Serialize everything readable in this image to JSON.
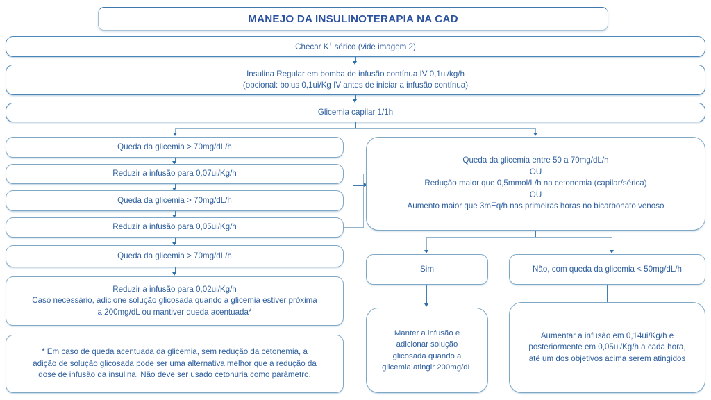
{
  "title": {
    "text": "MANEJO DA INSULINOTERAPIA NA CAD"
  },
  "colors": {
    "border": "#4a86b8",
    "border_soft": "#7fa8c6",
    "text": "#2e5f9e",
    "title_text": "#2a52a0",
    "connector": "#3d7fb5",
    "background": "#ffffff"
  },
  "nodes": {
    "check_k": "Checar K⁺ sérico (vide imagem 2)",
    "insulin_start": "Insulina Regular em bomba de infusão contínua IV 0,1ui/kg/h\n(opcional: bolus 0,1ui/Kg IV antes de iniciar a infusão contínua)",
    "glycemia_hourly": "Glicemia capilar 1/1h",
    "drop_gt70_a": "Queda da glicemia > 70mg/dL/h",
    "reduce_007": "Reduzir a infusão para 0,07ui/Kg/h",
    "drop_gt70_b": "Queda da glicemia > 70mg/dL/h",
    "reduce_005": "Reduzir a infusão para 0,05ui/Kg/h",
    "drop_gt70_c": "Queda da glicemia > 70mg/dL/h",
    "reduce_002": "Reduzir a infusão para 0,02ui/Kg/h\nCaso necessário, adicione solução glicosada quando a glicemia estiver próxima\na 200mg/dL ou mantiver queda acentuada*",
    "footnote": "* Em caso de queda acentuada da glicemia, sem redução da cetonemia, a\nadição de solução glicosada pode ser uma alternativa melhor que a redução da\ndose de infusão da insulina. Não deve ser usado cetonúria como parâmetro.",
    "criteria": "Queda da glicemia entre 50 a 70mg/dL/h\nOU\nRedução maior que 0,5mmol/L/h na cetonemia (capilar/sérica)\nOU\nAumento maior que 3mEq/h nas primeiras horas no bicarbonato venoso",
    "yes": "Sim",
    "no": "Não, com queda da glicemia < 50mg/dL/h",
    "yes_action": "Manter a infusão e\nadicionar solução\nglicosada quando a\nglicemia atingir 200mg/dL",
    "no_action": "Aumentar a infusão em 0,14ui/Kg/h e\nposteriormente em 0,05ui/Kg/h a cada hora,\naté um dos objetivos acima serem atingidos"
  },
  "chart_data": {
    "type": "flowchart",
    "title": "MANEJO DA INSULINOTERAPIA NA CAD",
    "orientation": "top-down",
    "nodes": [
      {
        "id": "check_k",
        "label": "Checar K+ sérico (vide imagem 2)",
        "shape": "rounded-rect"
      },
      {
        "id": "insulin_start",
        "label": "Insulina Regular em bomba de infusão contínua IV 0,1ui/kg/h (opcional: bolus 0,1ui/Kg IV antes de iniciar a infusão contínua)",
        "shape": "rounded-rect"
      },
      {
        "id": "glycemia_hourly",
        "label": "Glicemia capilar 1/1h",
        "shape": "rounded-rect"
      },
      {
        "id": "drop_gt70_a",
        "label": "Queda da glicemia > 70mg/dL/h",
        "shape": "rounded-rect"
      },
      {
        "id": "reduce_007",
        "label": "Reduzir a infusão para 0,07ui/Kg/h",
        "shape": "rounded-rect"
      },
      {
        "id": "drop_gt70_b",
        "label": "Queda da glicemia > 70mg/dL/h",
        "shape": "rounded-rect"
      },
      {
        "id": "reduce_005",
        "label": "Reduzir a infusão para 0,05ui/Kg/h",
        "shape": "rounded-rect"
      },
      {
        "id": "drop_gt70_c",
        "label": "Queda da glicemia > 70mg/dL/h",
        "shape": "rounded-rect"
      },
      {
        "id": "reduce_002",
        "label": "Reduzir a infusão para 0,02ui/Kg/h; Caso necessário, adicione solução glicosada quando a glicemia estiver próxima a 200mg/dL ou mantiver queda acentuada*",
        "shape": "rounded-rect"
      },
      {
        "id": "footnote",
        "label": "* Em caso de queda acentuada da glicemia, sem redução da cetonemia, a adição de solução glicosada pode ser uma alternativa melhor que a redução da dose de infusão da insulina. Não deve ser usado cetonúria como parâmetro.",
        "shape": "rounded-rect"
      },
      {
        "id": "criteria",
        "label": "Queda da glicemia entre 50 a 70mg/dL/h OU Redução maior que 0,5mmol/L/h na cetonemia (capilar/sérica) OU Aumento maior que 3mEq/h nas primeiras horas no bicarbonato venoso",
        "shape": "rounded-rect"
      },
      {
        "id": "yes",
        "label": "Sim",
        "shape": "rounded-rect"
      },
      {
        "id": "no",
        "label": "Não, com queda da glicemia < 50mg/dL/h",
        "shape": "rounded-rect"
      },
      {
        "id": "yes_action",
        "label": "Manter a infusão e adicionar solução glicosada quando a glicemia atingir 200mg/dL",
        "shape": "rounded-rect"
      },
      {
        "id": "no_action",
        "label": "Aumentar a infusão em 0,14ui/Kg/h e posteriormente em 0,05ui/Kg/h a cada hora, até um dos objetivos acima serem atingidos",
        "shape": "rounded-rect"
      }
    ],
    "edges": [
      {
        "from": "check_k",
        "to": "insulin_start"
      },
      {
        "from": "insulin_start",
        "to": "glycemia_hourly"
      },
      {
        "from": "glycemia_hourly",
        "to": "drop_gt70_a"
      },
      {
        "from": "glycemia_hourly",
        "to": "criteria"
      },
      {
        "from": "drop_gt70_a",
        "to": "reduce_007"
      },
      {
        "from": "reduce_007",
        "to": "drop_gt70_b"
      },
      {
        "from": "reduce_007",
        "to": "criteria"
      },
      {
        "from": "drop_gt70_b",
        "to": "reduce_005"
      },
      {
        "from": "reduce_005",
        "to": "drop_gt70_c"
      },
      {
        "from": "reduce_005",
        "to": "criteria"
      },
      {
        "from": "drop_gt70_c",
        "to": "reduce_002"
      },
      {
        "from": "criteria",
        "to": "yes"
      },
      {
        "from": "criteria",
        "to": "no"
      },
      {
        "from": "yes",
        "to": "yes_action"
      },
      {
        "from": "no",
        "to": "no_action"
      }
    ]
  }
}
